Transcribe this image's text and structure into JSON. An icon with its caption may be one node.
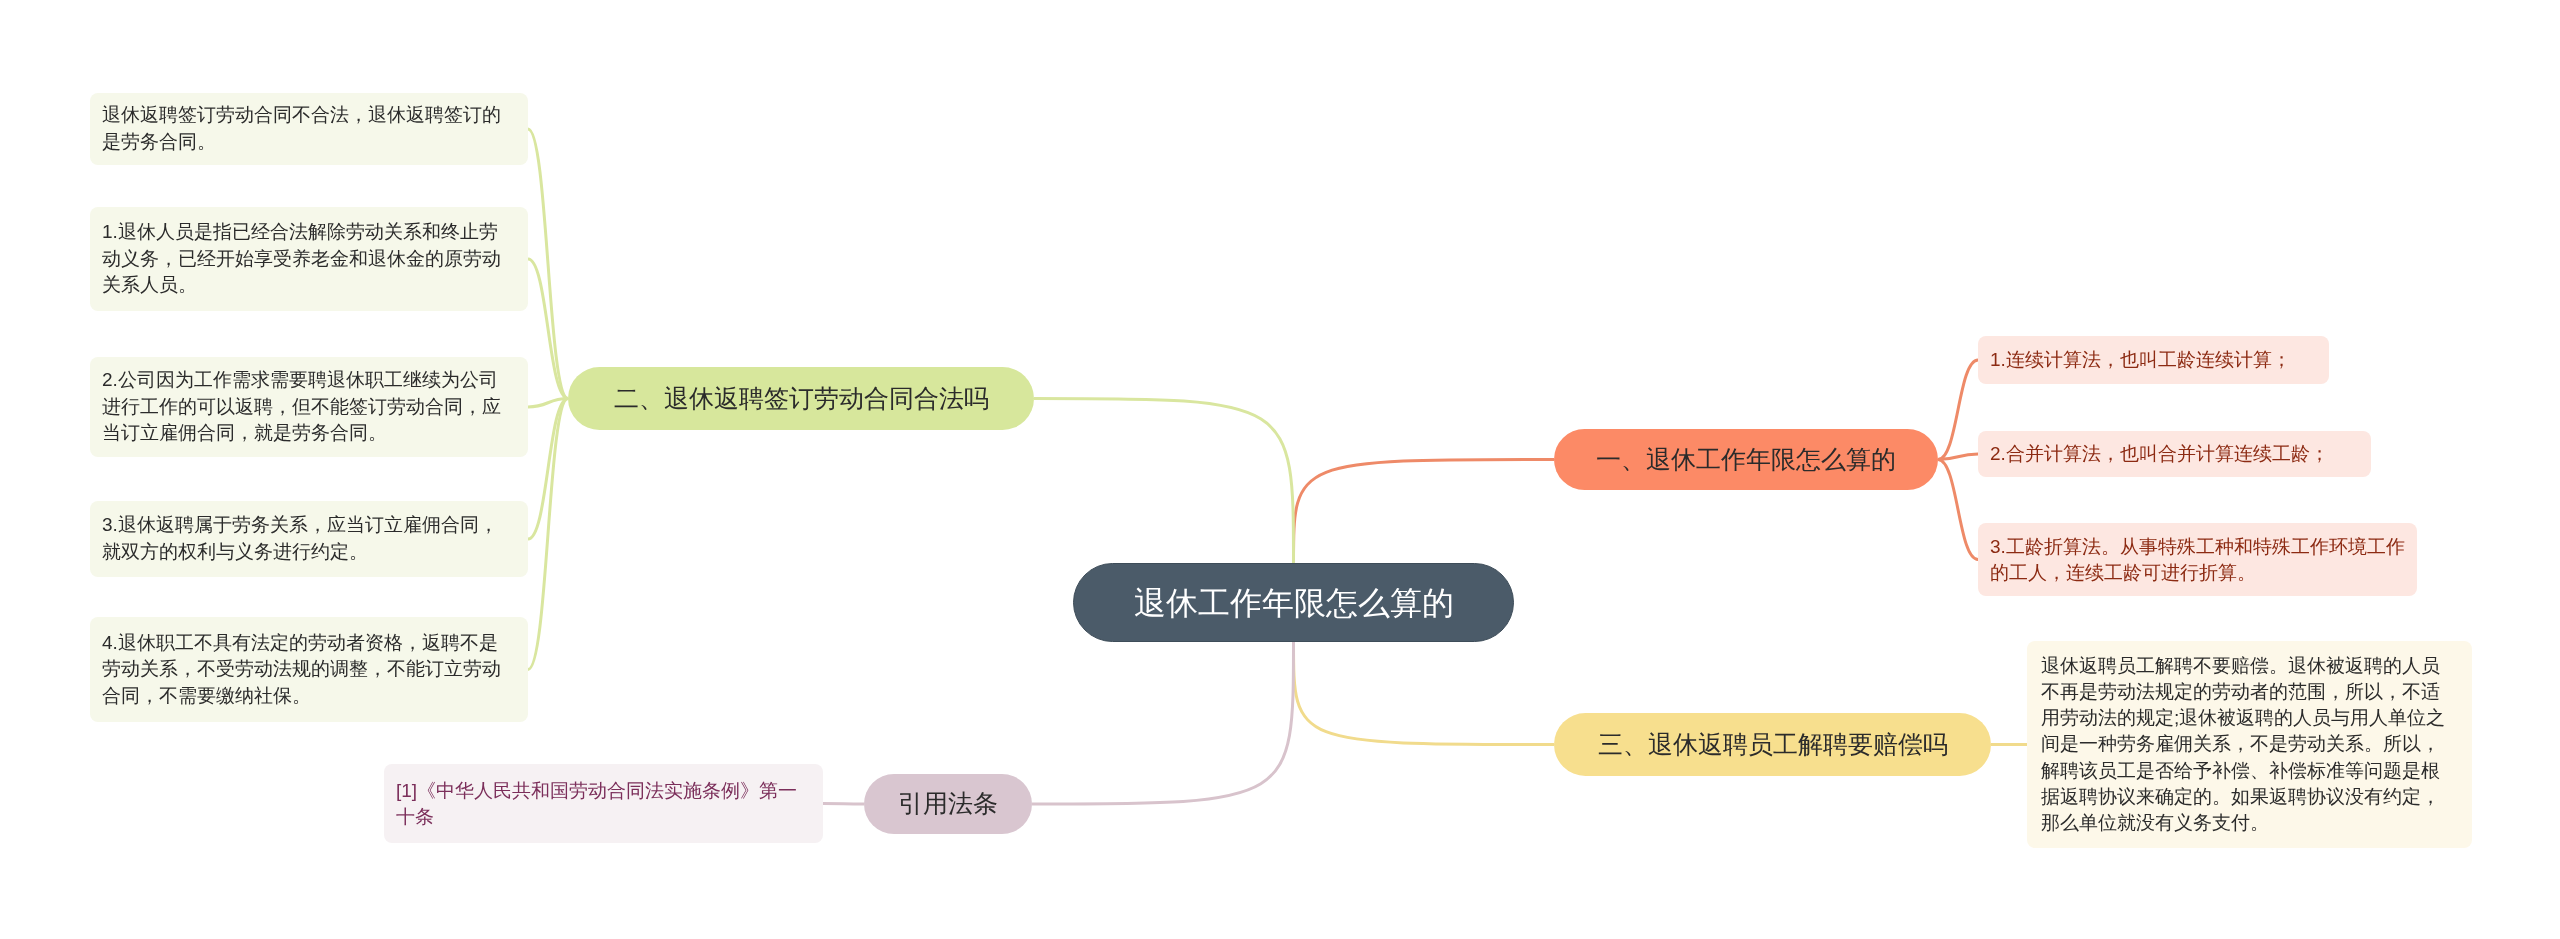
{
  "diagram": {
    "nodes": [
      {
        "text": [
          "退休工作年限怎么算的"
        ]
      },
      {
        "text": [
          "一、退休工作年限怎么算的"
        ]
      },
      {
        "text": [
          "1.连续计算法，也叫工龄连续计算；"
        ]
      },
      {
        "text": [
          "2.合并计算法，也叫合并计算连续工龄；"
        ]
      },
      {
        "text": [
          "3.工龄折算法。从事特殊工种和特殊工作环境工作的工人，连续工龄可进行折算。"
        ]
      },
      {
        "text": [
          "三、退休返聘员工解聘要赔偿吗"
        ]
      },
      {
        "text": [
          "退休返聘员工解聘不要赔偿。退休被返聘的人员不再是劳动法规定的劳动者的范围，所以，不适用劳动法的规定;退休被返聘的人员与用人单位之间是一种劳务雇佣关系，不是劳动关系。所以，解聘该员工是否给予补偿、补偿标准等问题是根据返聘协议来确定的。如果返聘协议没有约定，那么单位就没有义务支付。"
        ]
      },
      {
        "text": [
          "二、退休返聘签订劳动合同合法吗"
        ]
      },
      {
        "text": [
          "退休返聘签订劳动合同不合法，退休返聘签订的是劳务合同。"
        ]
      },
      {
        "text": [
          "1.退休人员是指已经合法解除劳动关系和终止劳动义务，已经开始享受养老金和退休金的原劳动关系人员。"
        ]
      },
      {
        "text": [
          "2.公司因为工作需求需要聘退休职工继续为公司进行工作的可以返聘，但不能签订劳动合同，应当订立雇佣合同，就是劳务合同。"
        ]
      },
      {
        "text": [
          "3.退休返聘属于劳务关系，应当订立雇佣合同，就双方的权利与义务进行约定。"
        ]
      },
      {
        "text": [
          "4.退休职工不具有法定的劳动者资格，返聘不是劳动关系，不受劳动法规的调整，不能订立劳动合同，不需要缴纳社保。"
        ]
      },
      {
        "text": [
          "引用法条"
        ]
      },
      {
        "text": [
          "[1]《中华人民共和国劳动合同法实施条例》第一十条"
        ]
      }
    ],
    "edges": [
      {
        "from": 0,
        "to": 1,
        "arrow": "none",
        "color": "#ee8a68"
      },
      {
        "from": 1,
        "to": 2,
        "arrow": "none",
        "color": "#ee8a68"
      },
      {
        "from": 1,
        "to": 3,
        "arrow": "none",
        "color": "#ee8a68"
      },
      {
        "from": 1,
        "to": 4,
        "arrow": "none",
        "color": "#ee8a68"
      },
      {
        "from": 0,
        "to": 5,
        "arrow": "none",
        "color": "#f1db8c"
      },
      {
        "from": 5,
        "to": 6,
        "arrow": "none",
        "color": "#f1db8c"
      },
      {
        "from": 0,
        "to": 7,
        "arrow": "none",
        "color": "#d9e69f"
      },
      {
        "from": 7,
        "to": 8,
        "arrow": "none",
        "color": "#d9e69f"
      },
      {
        "from": 7,
        "to": 9,
        "arrow": "none",
        "color": "#d9e69f"
      },
      {
        "from": 7,
        "to": 10,
        "arrow": "none",
        "color": "#d9e69f"
      },
      {
        "from": 7,
        "to": 11,
        "arrow": "none",
        "color": "#d9e69f"
      },
      {
        "from": 7,
        "to": 12,
        "arrow": "none",
        "color": "#d9e69f"
      },
      {
        "from": 0,
        "to": 13,
        "arrow": "none",
        "color": "#d8c3cc"
      },
      {
        "from": 13,
        "to": 14,
        "arrow": "none",
        "color": "#d8c3cc"
      }
    ]
  }
}
